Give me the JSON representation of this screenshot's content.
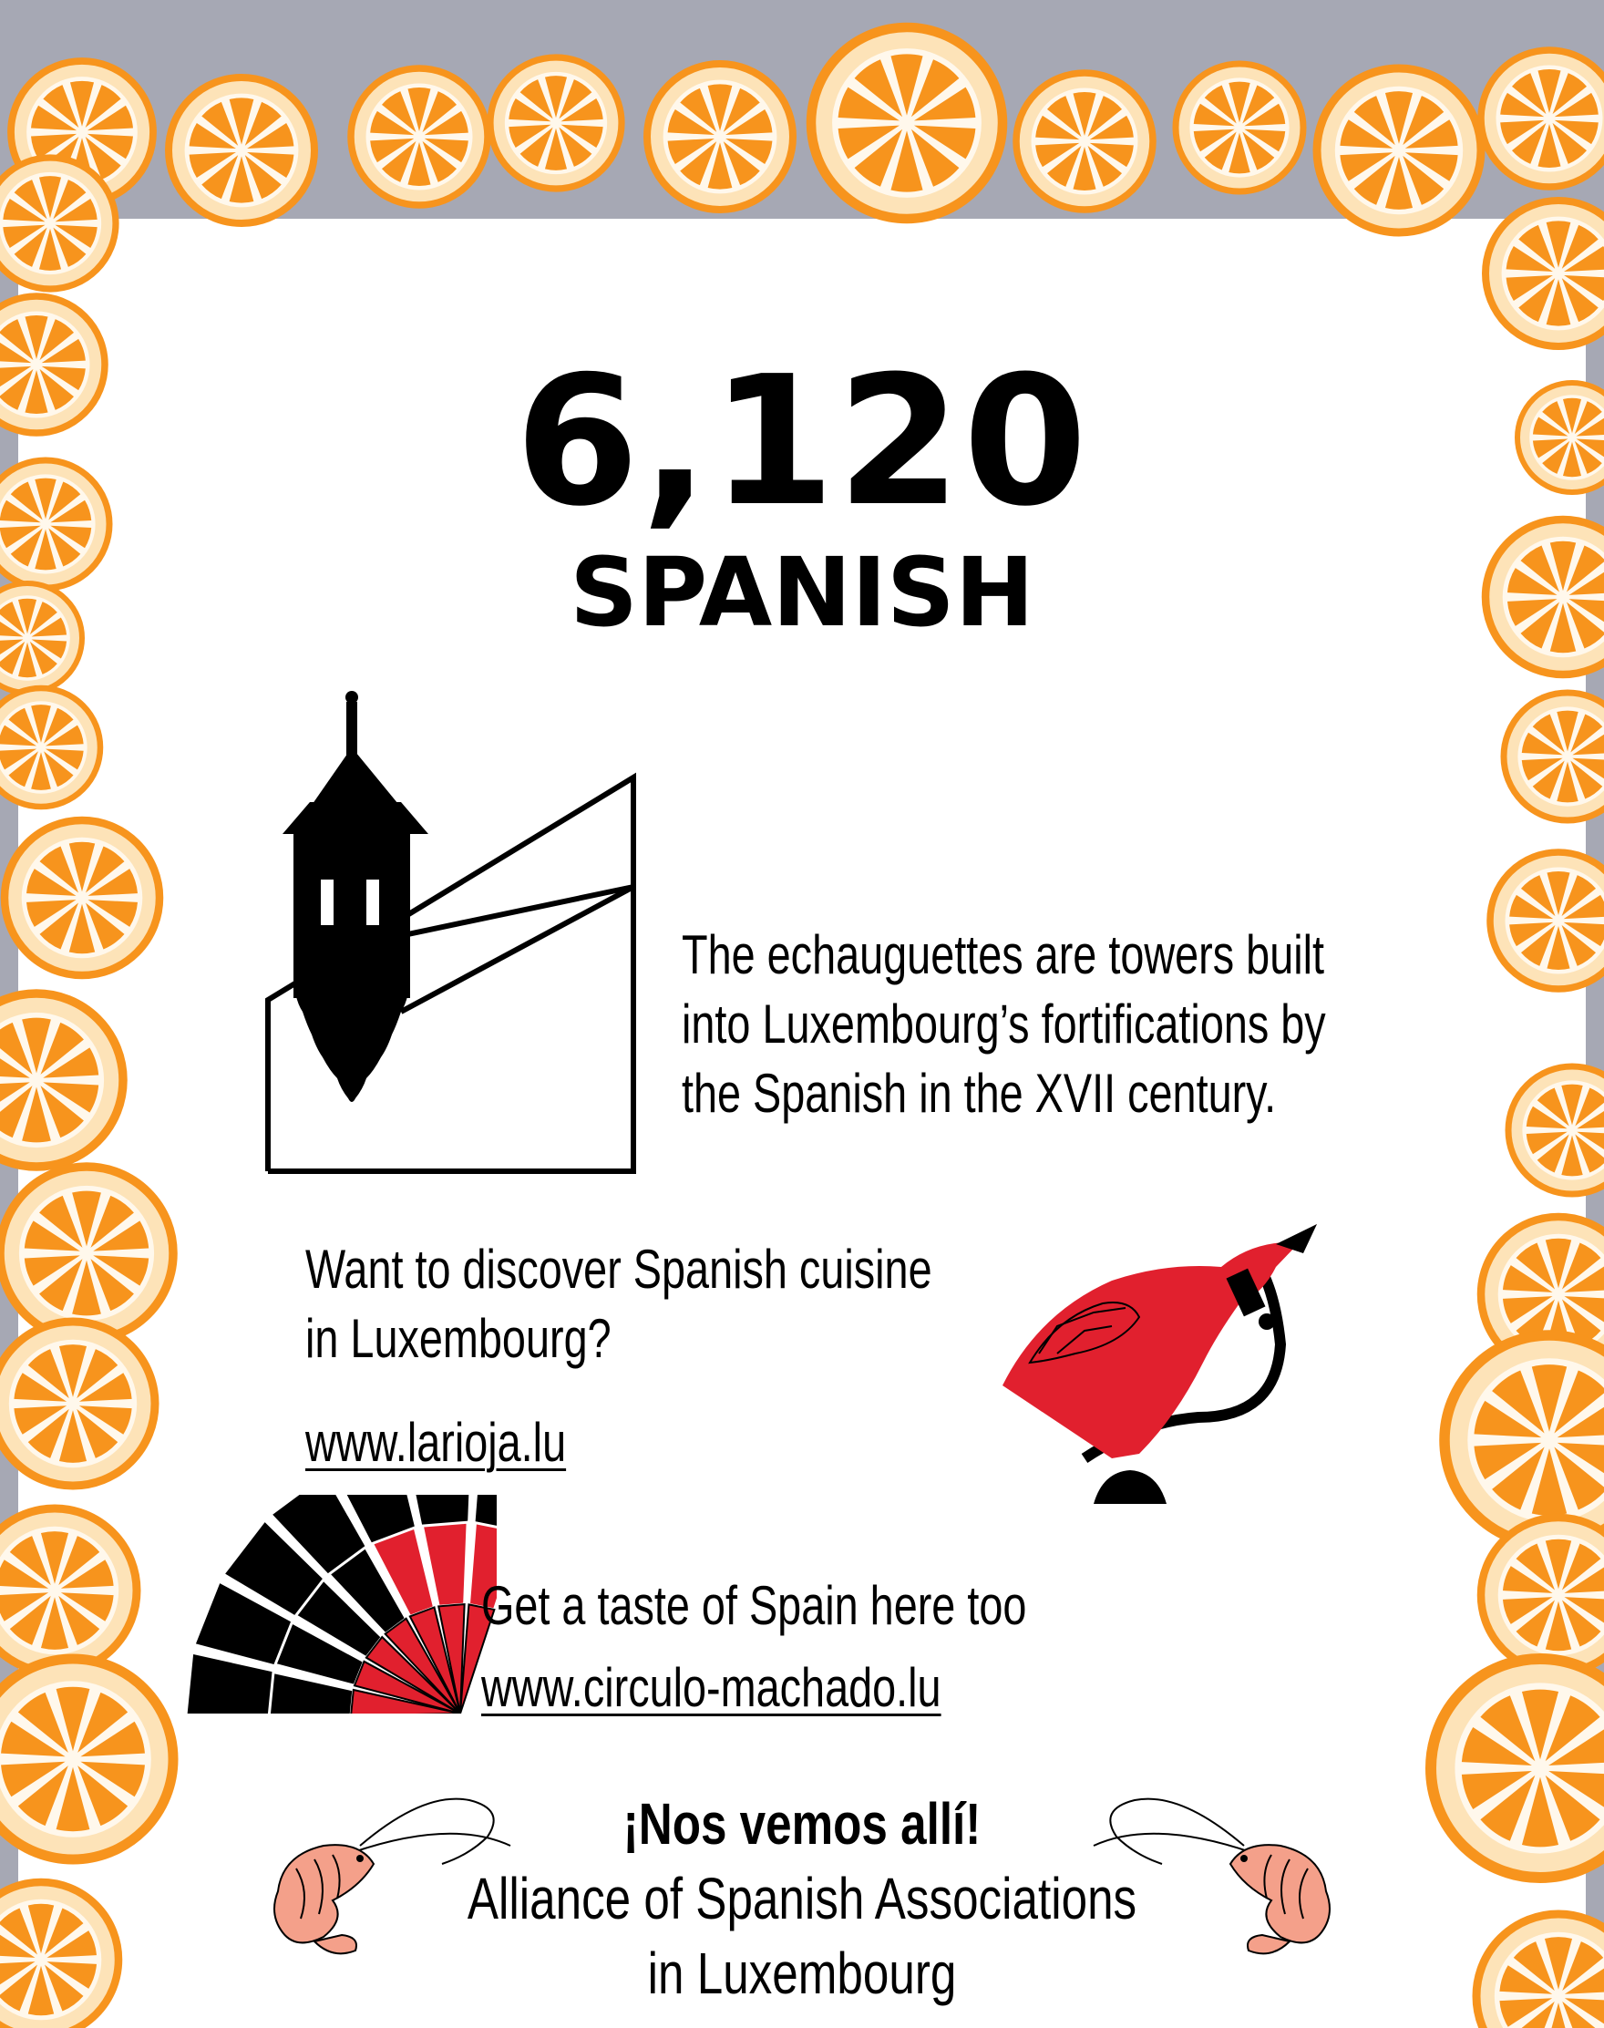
{
  "headline": {
    "number": "6,120",
    "nationality": "SPANISH"
  },
  "fact": {
    "lines": [
      "The echauguettes are towers built",
      "into Luxembourg’s fortifications by",
      "the Spanish in the XVII century."
    ]
  },
  "cuisine": {
    "lines": [
      "Want to discover Spanish cuisine",
      "in Luxembourg?"
    ],
    "link": "www.larioja.lu"
  },
  "taste": {
    "text": "Get a taste of Spain here too",
    "link": "www.circulo-machado.lu"
  },
  "closing": {
    "greeting": "¡Nos vemos allí!",
    "org_line1": "Alliance of Spanish Associations",
    "org_line2": "in Luxembourg"
  },
  "colors": {
    "background_gray": "#a6a8b4",
    "orange": "#f7941d",
    "orange_pith": "#fde3b8",
    "red": "#e1202e",
    "shrimp": "#f4a08a"
  },
  "icons": [
    "orange-slice-icon",
    "echauguette-tower-icon",
    "jamon-ham-icon",
    "spanish-fan-icon",
    "shrimp-icon"
  ]
}
